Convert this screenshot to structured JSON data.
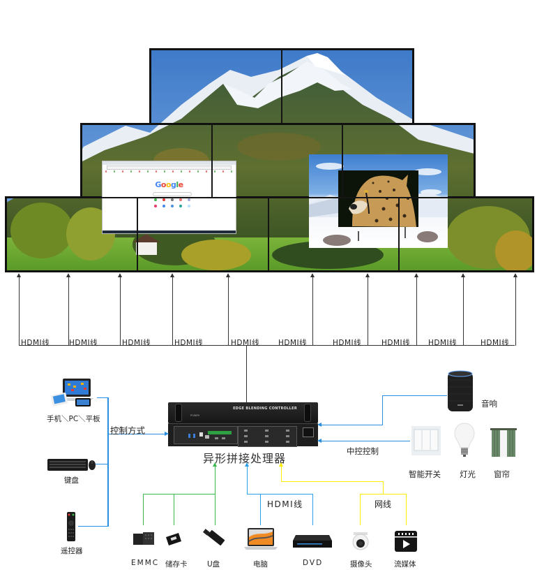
{
  "diagram": {
    "title": "异形拼接处理器",
    "processor": {
      "label": "异形拼接处理器",
      "panel_text": "EDGE BLENDING CONTROLLER",
      "power_text": "POWER"
    },
    "video_wall": {
      "rows": [
        {
          "name": "top",
          "panels": 2
        },
        {
          "name": "middle",
          "panels": 3
        },
        {
          "name": "bottom",
          "panels": 4
        }
      ],
      "windows": [
        {
          "name": "browser-window",
          "content": "Google"
        },
        {
          "name": "snow-window",
          "content": "snow landscape"
        },
        {
          "name": "cheetah-window",
          "content": "cheetah"
        }
      ],
      "background": "mountain landscape"
    },
    "output_cables": {
      "label": "HDMI线",
      "count": 10,
      "labels": [
        "HDMI线",
        "HDMI线",
        "HDMI线",
        "HDMI线",
        "HDMI线",
        "HDMI线",
        "HDMI线",
        "HDMI线",
        "HDMI线",
        "HDMI线"
      ]
    },
    "control": {
      "label": "控制方式",
      "devices": [
        {
          "name": "mobile-pc-tablet",
          "label": "手机＼PC＼平板",
          "icon": "devices-icon"
        },
        {
          "name": "keyboard",
          "label": "键盘",
          "icon": "keyboard-icon"
        },
        {
          "name": "remote",
          "label": "遥控器",
          "icon": "remote-control-icon"
        }
      ]
    },
    "central_control": {
      "label": "中控控制",
      "devices": [
        {
          "name": "speaker",
          "label": "音响",
          "icon": "speaker-icon"
        },
        {
          "name": "smart-switch",
          "label": "智能开关",
          "icon": "switch-icon"
        },
        {
          "name": "light",
          "label": "灯光",
          "icon": "light-bulb-icon"
        },
        {
          "name": "curtain",
          "label": "窗帘",
          "icon": "curtain-icon"
        }
      ]
    },
    "inputs": {
      "storage": [
        {
          "name": "emmc",
          "label": "EMMC",
          "icon": "chip-icon"
        },
        {
          "name": "memory-card",
          "label": "储存卡",
          "icon": "sd-card-icon"
        },
        {
          "name": "usb-drive",
          "label": "U盘",
          "icon": "usb-drive-icon"
        }
      ],
      "hdmi": {
        "label": "HDMI线",
        "devices": [
          {
            "name": "computer",
            "label": "电脑",
            "icon": "laptop-icon"
          },
          {
            "name": "dvd",
            "label": "DVD",
            "icon": "dvd-player-icon"
          }
        ]
      },
      "network": {
        "label": "网线",
        "devices": [
          {
            "name": "camera",
            "label": "摄像头",
            "icon": "camera-icon"
          },
          {
            "name": "streaming",
            "label": "流媒体",
            "icon": "streaming-icon"
          }
        ]
      }
    },
    "colors": {
      "control_line": "#2a8ee0",
      "storage_line": "#3cb84c",
      "network_line": "#ffee00",
      "cable_line": "#333333"
    }
  }
}
